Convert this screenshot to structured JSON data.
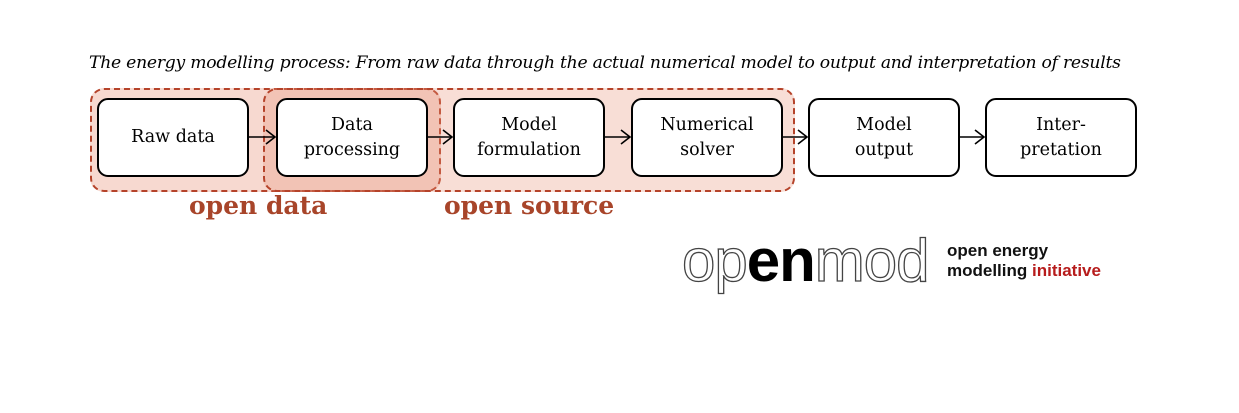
{
  "caption": "The energy modelling process: From raw data through the actual numerical model to output and interpretation of results",
  "steps": [
    {
      "id": "raw-data",
      "label": "Raw data"
    },
    {
      "id": "data-processing",
      "label": "Data\nprocessing"
    },
    {
      "id": "model-formulation",
      "label": "Model\nformulation"
    },
    {
      "id": "numerical-solver",
      "label": "Numerical\nsolver"
    },
    {
      "id": "model-output",
      "label": "Model\noutput"
    },
    {
      "id": "interpretation",
      "label": "Inter-\npretation"
    }
  ],
  "regions": {
    "open_data": {
      "label": "open data",
      "covers": [
        "raw-data",
        "data-processing"
      ]
    },
    "open_source": {
      "label": "open source",
      "covers": [
        "data-processing",
        "model-formulation",
        "numerical-solver"
      ]
    }
  },
  "logo": {
    "part1": "op",
    "part2": "en",
    "part3": "mod",
    "tagline_line1": "open energy",
    "tagline_line2_prefix": "modelling ",
    "tagline_line2_accent": "initiative"
  },
  "colors": {
    "region_fill": "#e89278",
    "region_border": "#b5432a",
    "region_label": "#a8452a",
    "logo_accent": "#b71c1c"
  }
}
